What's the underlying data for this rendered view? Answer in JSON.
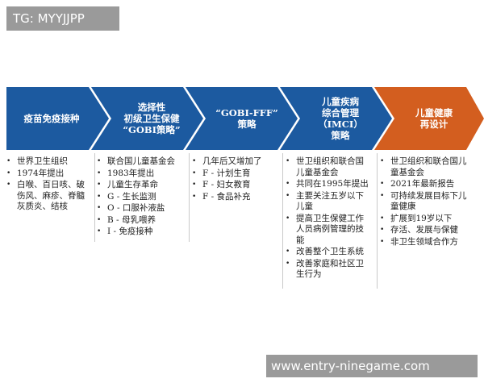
{
  "watermark_top": "TG: MYYJJPP",
  "watermark_bottom": "www.entry-ninegame.com",
  "colors": {
    "blue": "#1c5aa0",
    "orange": "#d35e1f",
    "bullet_text": "#222222"
  },
  "stages": [
    {
      "label": "疫苗免疫接种",
      "bullets": [
        "世界卫生组织",
        "1974年提出",
        "白喉、百日咳、破伤风、麻疹、脊髓灰质炎、结核"
      ]
    },
    {
      "label": "选择性\n初级卫生保健\n“GOBI策略”",
      "bullets": [
        "联合国儿童基金会",
        "1983年提出",
        "儿童生存革命",
        "G - 生长监测",
        "O - 口服补液盐",
        "B - 母乳喂养",
        "I - 免疫接种"
      ]
    },
    {
      "label": "“GOBI-FFF”\n策略",
      "bullets": [
        "几年后又增加了",
        "F - 计划生育",
        "F - 妇女教育",
        "F - 食品补充"
      ]
    },
    {
      "label": "儿童疾病\n综合管理\n（IMCI）\n策略",
      "bullets": [
        "世卫组织和联合国儿童基金会",
        "共同在1995年提出",
        "主要关注五岁以下儿童",
        "提高卫生保健工作人员病例管理的技能",
        "改善整个卫生系统",
        "改善家庭和社区卫生行为"
      ]
    },
    {
      "label": "儿童健康\n再设计",
      "bullets": [
        "世卫组织和联合国儿童基金会",
        "2021年最新报告",
        "可持续发展目标下儿童健康",
        "扩展到19岁以下",
        "存活、发展与保健",
        "非卫生领域合作方"
      ]
    }
  ]
}
